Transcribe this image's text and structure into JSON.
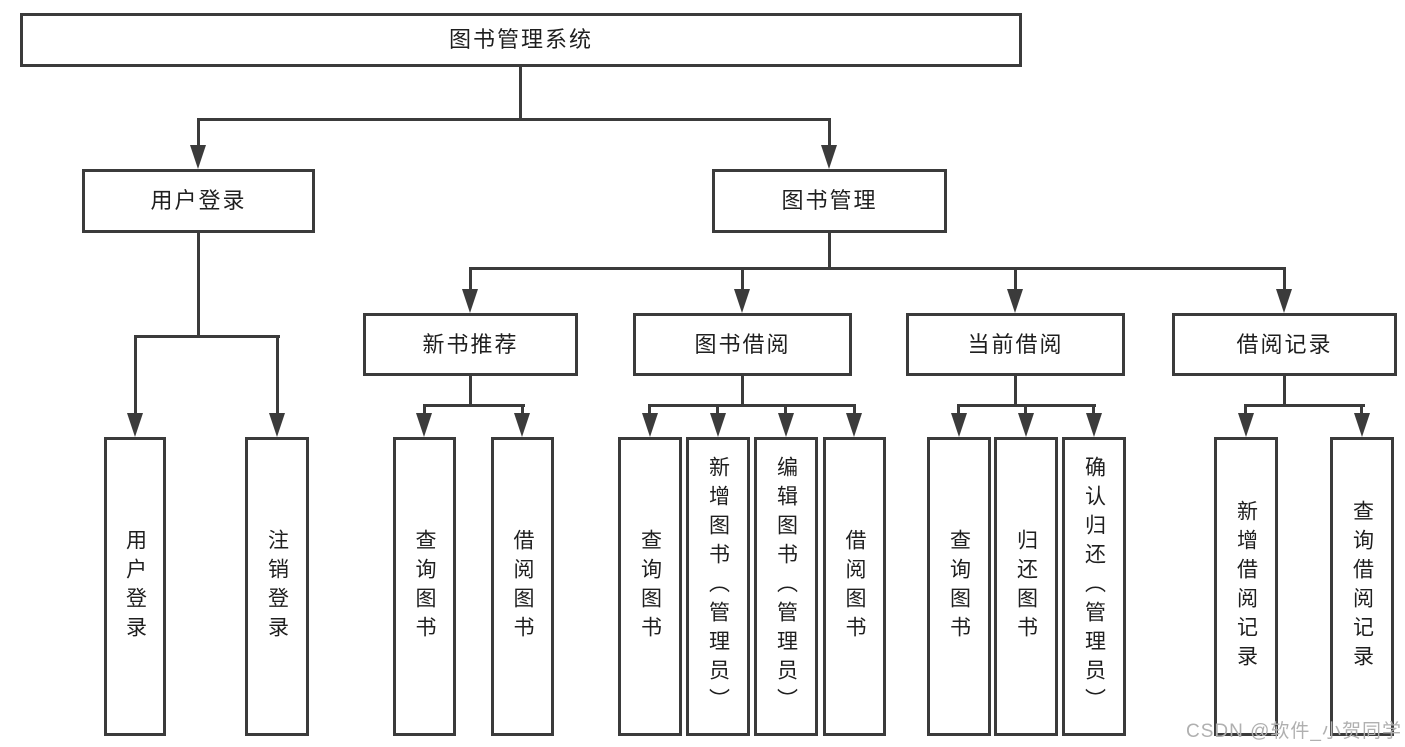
{
  "diagram": {
    "title": "图书管理系统",
    "type": "hierarchy-tree",
    "colors": {
      "line": "#3b3b3b",
      "box_border": "#3b3b3b",
      "box_fill": "#ffffff",
      "text": "#1f1f1f",
      "watermark": "#b0b0b0"
    },
    "nodes": {
      "root": {
        "label": "图书管理系统"
      },
      "level2": [
        {
          "label": "用户登录",
          "parent": "图书管理系统"
        },
        {
          "label": "图书管理",
          "parent": "图书管理系统"
        }
      ],
      "level3": [
        {
          "label": "新书推荐",
          "parent": "图书管理"
        },
        {
          "label": "图书借阅",
          "parent": "图书管理"
        },
        {
          "label": "当前借阅",
          "parent": "图书管理"
        },
        {
          "label": "借阅记录",
          "parent": "图书管理"
        }
      ],
      "level4": [
        {
          "label": "用户登录",
          "parent": "用户登录"
        },
        {
          "label": "注销登录",
          "parent": "用户登录"
        },
        {
          "label": "查询图书",
          "parent": "新书推荐"
        },
        {
          "label": "借阅图书",
          "parent": "新书推荐"
        },
        {
          "label": "查询图书",
          "parent": "图书借阅"
        },
        {
          "label": "新增图书（管理员）",
          "parent": "图书借阅"
        },
        {
          "label": "编辑图书（管理员）",
          "parent": "图书借阅"
        },
        {
          "label": "借阅图书",
          "parent": "图书借阅"
        },
        {
          "label": "查询图书",
          "parent": "当前借阅"
        },
        {
          "label": "归还图书",
          "parent": "当前借阅"
        },
        {
          "label": "确认归还（管理员）",
          "parent": "当前借阅"
        },
        {
          "label": "新增借阅记录",
          "parent": "借阅记录"
        },
        {
          "label": "查询借阅记录",
          "parent": "借阅记录"
        }
      ]
    },
    "watermark": "CSDN @软件_小贺同学"
  }
}
